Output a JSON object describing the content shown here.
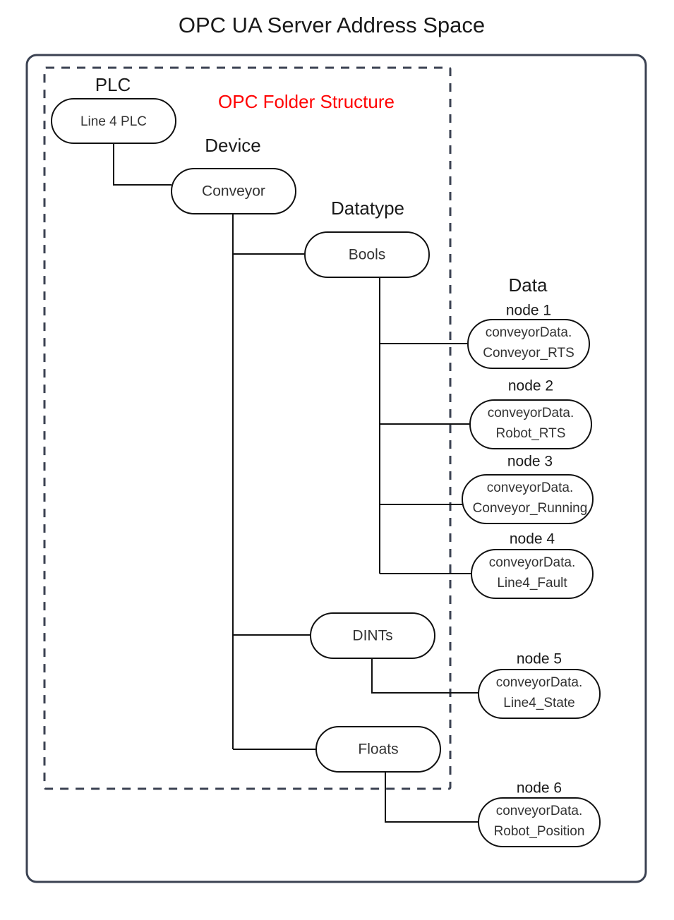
{
  "title": "OPC UA Server Address Space",
  "structure_label": "OPC Folder Structure",
  "group_labels": {
    "plc": "PLC",
    "device": "Device",
    "datatype": "Datatype",
    "data": "Data"
  },
  "colors": {
    "frame": "#3b4252",
    "node_stroke": "#111111",
    "structure_label": "#ff0000",
    "text": "#333333",
    "background": "#ffffff"
  },
  "nodes": {
    "plc": {
      "label": "Line 4 PLC"
    },
    "device": {
      "label": "Conveyor"
    },
    "bools": {
      "label": "Bools"
    },
    "dints": {
      "label": "DINTs"
    },
    "floats": {
      "label": "Floats"
    }
  },
  "data_nodes": [
    {
      "caption": "node 1",
      "line1": "conveyorData.",
      "line2": "Conveyor_RTS",
      "parent": "bools"
    },
    {
      "caption": "node 2",
      "line1": "conveyorData.",
      "line2": "Robot_RTS",
      "parent": "bools"
    },
    {
      "caption": "node 3",
      "line1": "conveyorData.",
      "line2": "Conveyor_Running",
      "parent": "bools"
    },
    {
      "caption": "node 4",
      "line1": "conveyorData.",
      "line2": "Line4_Fault",
      "parent": "bools"
    },
    {
      "caption": "node 5",
      "line1": "conveyorData.",
      "line2": "Line4_State",
      "parent": "dints"
    },
    {
      "caption": "node 6",
      "line1": "conveyorData.",
      "line2": "Robot_Position",
      "parent": "floats"
    }
  ]
}
